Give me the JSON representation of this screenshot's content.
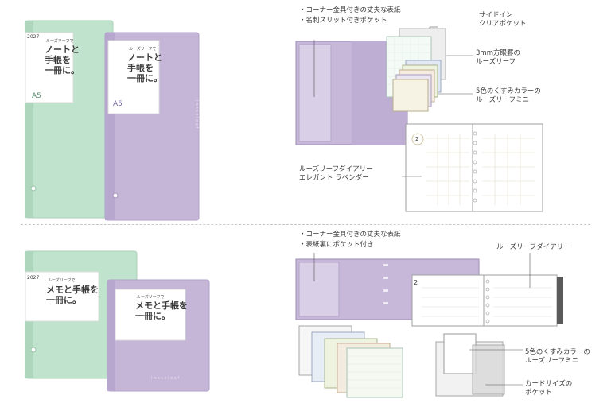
{
  "top": {
    "binder_green": {
      "band_year": "2027",
      "band_subtitle": "ルーズリーフで",
      "band_lines": [
        "ノートと",
        "手帳を",
        "一冊に。"
      ],
      "size": "A5"
    },
    "binder_purple": {
      "band_subtitle": "ルーズリーフで",
      "band_lines": [
        "ノートと",
        "手帳を",
        "一冊に。"
      ],
      "size": "A5"
    },
    "features": [
      "・コーナー金具付きの丈夫な表紙",
      "・名刺スリット付きポケット"
    ],
    "labels": {
      "side_pocket": [
        "サイドイン",
        "クリアポケット"
      ],
      "graph_paper": [
        "3mm方眼罫の",
        "ルーズリーフ"
      ],
      "mini_sheets": [
        "5色のくすみカラーの",
        "ルーズリーフミニ"
      ],
      "diary": [
        "ルーズリーフダイアリー",
        "エレガント ラベンダー"
      ]
    },
    "calendar_number": "2"
  },
  "bottom": {
    "binder_green": {
      "band_year": "2027",
      "band_subtitle": "ルーズリーフで",
      "band_lines": [
        "メモと手帳を",
        "一冊に。"
      ]
    },
    "binder_purple": {
      "band_subtitle": "ルーズリーフで",
      "band_lines": [
        "メモと手帳を",
        "一冊に。"
      ]
    },
    "features": [
      "・コーナー金具付きの丈夫な表紙",
      "・表紙裏にポケット付き"
    ],
    "labels": {
      "diary": "ルーズリーフダイアリー",
      "mini_sheets": [
        "5色のくすみカラーの",
        "ルーズリーフミニ"
      ],
      "card_pocket": [
        "カードサイズの",
        "ポケット"
      ]
    },
    "calendar_number": "2"
  },
  "colors": {
    "mint": "#bfe3cc",
    "lavender": "#c5b6d8",
    "lavender_dark": "#a996c1"
  }
}
